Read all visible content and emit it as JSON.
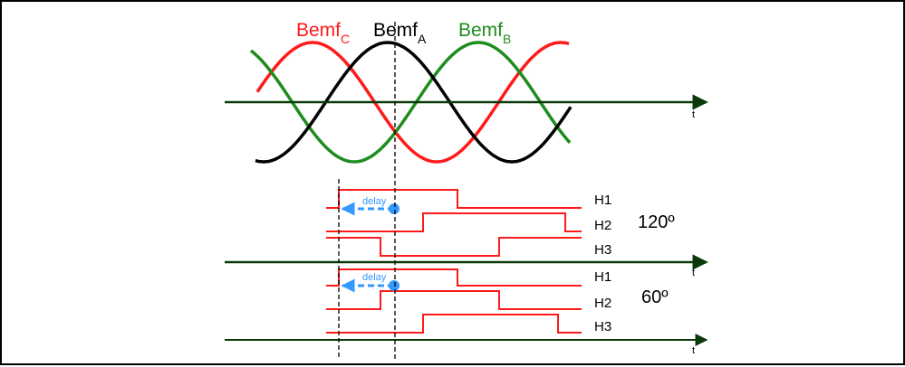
{
  "colors": {
    "bemf_a": "#000000",
    "bemf_b": "#1e8c1e",
    "bemf_c": "#ff1a1a",
    "hall": "#ff1a1a",
    "axis": "#0a3a0a",
    "delay": "#3399ff",
    "guide": "#000000"
  },
  "bemf": {
    "c": {
      "base": "Bemf",
      "sub": "C"
    },
    "a": {
      "base": "Bemf",
      "sub": "A"
    },
    "b": {
      "base": "Bemf",
      "sub": "B"
    }
  },
  "axis_label": "t",
  "delay_label": "delay",
  "group_120": {
    "angle_label": "120º",
    "signals": [
      "H1",
      "H2",
      "H3"
    ]
  },
  "group_60": {
    "angle_label": "60º",
    "signals": [
      "H1",
      "H2",
      "H3"
    ]
  }
}
